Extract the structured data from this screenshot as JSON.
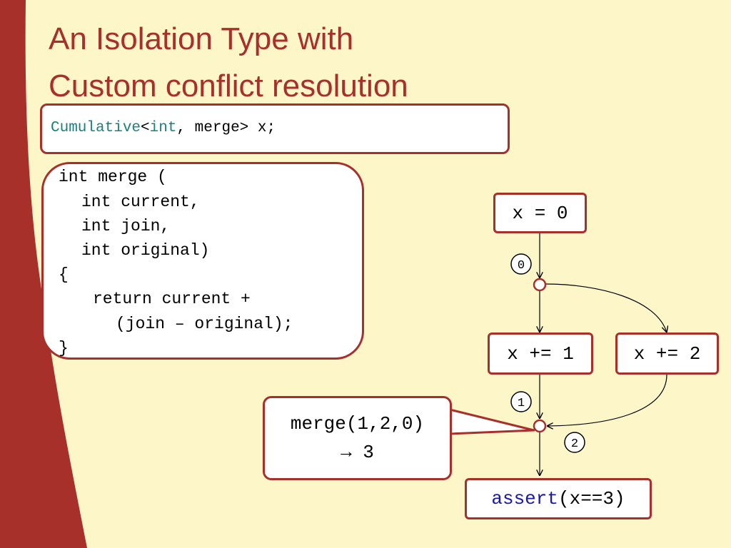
{
  "slide": {
    "title_line1": "An Isolation Type with",
    "title_line2": "Custom conflict resolution"
  },
  "declaration": {
    "type_name": "Cumulative",
    "open": "<",
    "type_arg": "int",
    "rest": ", merge> x;"
  },
  "merge_function": {
    "lines": [
      "int merge (",
      "int current,",
      "int join,",
      "int original)",
      "{",
      "return current +",
      "(join – original);",
      "}"
    ]
  },
  "graph": {
    "nodes": {
      "init": "x = 0",
      "left": "x += 1",
      "right": "x += 2",
      "assert_keyword": "assert",
      "assert_args": "(x==3)"
    },
    "revision_labels": [
      "0",
      "1",
      "2"
    ]
  },
  "callout": {
    "line1": "merge(1,2,0)",
    "line2": "→ 3"
  },
  "colors": {
    "background": "#fdf6c9",
    "accent": "#a8302b",
    "keyword_teal": "#1a8080",
    "keyword_blue": "#1a1aa8"
  }
}
